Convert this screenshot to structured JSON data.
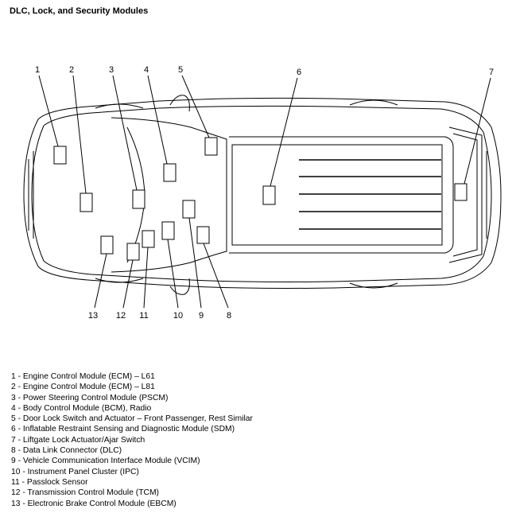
{
  "title": "DLC, Lock, and Security Modules",
  "callouts": [
    "1",
    "2",
    "3",
    "4",
    "5",
    "6",
    "7",
    "8",
    "9",
    "10",
    "11",
    "12",
    "13"
  ],
  "legend": [
    "1 - Engine Control Module (ECM) – L61",
    "2 - Engine Control Module (ECM) – L81",
    "3 - Power Steering Control Module (PSCM)",
    "4 - Body Control Module (BCM), Radio",
    "5 - Door Lock Switch and Actuator – Front Passenger, Rest Similar",
    "6 - Inflatable Restraint Sensing and Diagnostic Module (SDM)",
    "7 - Liftgate Lock Actuator/Ajar Switch",
    "8 - Data Link Connector (DLC)",
    "9 - Vehicle Communication Interface Module (VCIM)",
    "10 - Instrument Panel Cluster (IPC)",
    "11 - Passlock Sensor",
    "12 - Transmission Control Module (TCM)",
    "13 - Electronic Brake Control Module (EBCM)"
  ]
}
